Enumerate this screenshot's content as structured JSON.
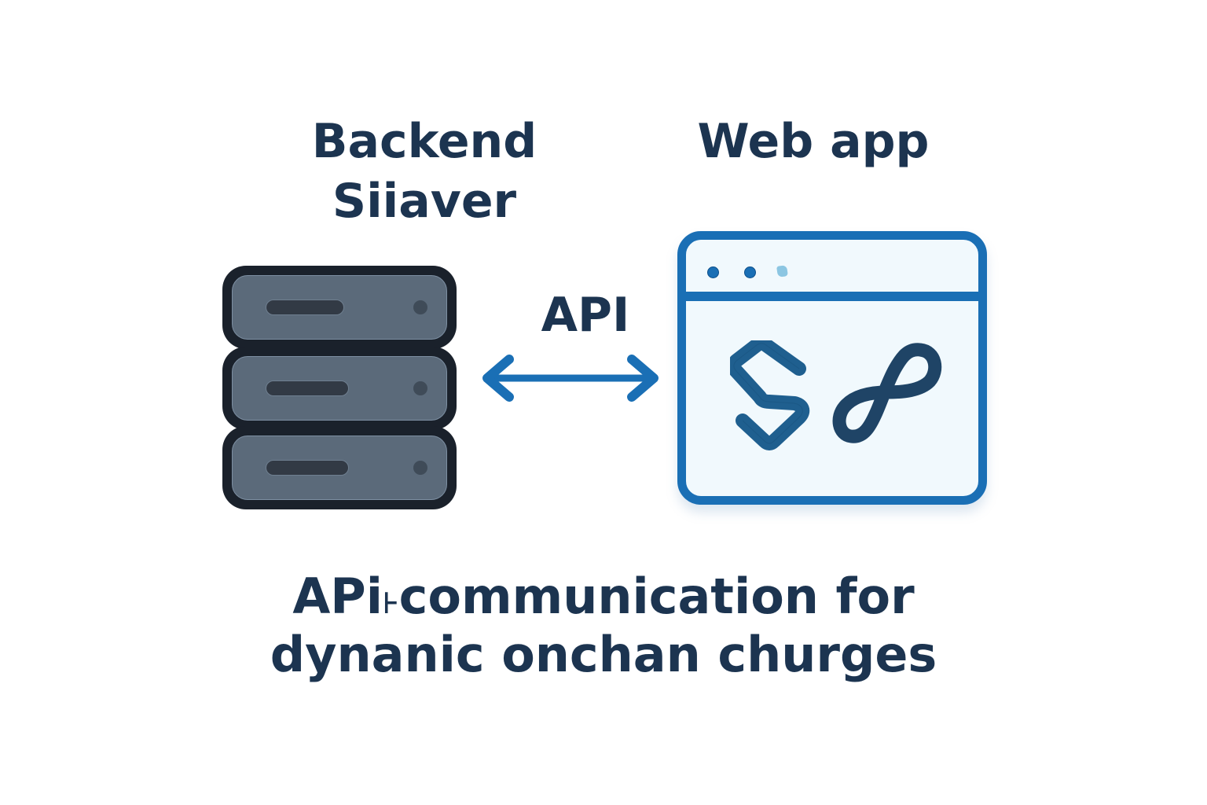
{
  "diagram": {
    "backend": {
      "title_line1": "Backend",
      "title_line2": "Siiaver",
      "icon": "server-stack-icon",
      "units": 3
    },
    "webapp": {
      "title": "Web app",
      "icon": "browser-window-icon",
      "window_controls": 3,
      "content_glyphs": [
        "S",
        "8"
      ]
    },
    "connector": {
      "label": "API",
      "icon": "double-headed-arrow-icon",
      "direction": "bidirectional"
    },
    "caption": {
      "line1": "APi˫communication for",
      "line2": "dynanic onchan churges"
    },
    "colors": {
      "text": "#1c3450",
      "accent_blue": "#1a6fb5",
      "server_body": "#1a212b",
      "server_face": "#5b6a7a",
      "browser_bg": "#f1f9fd",
      "glyph_s": "#1f5f8f",
      "glyph_8": "#1f4466"
    }
  }
}
